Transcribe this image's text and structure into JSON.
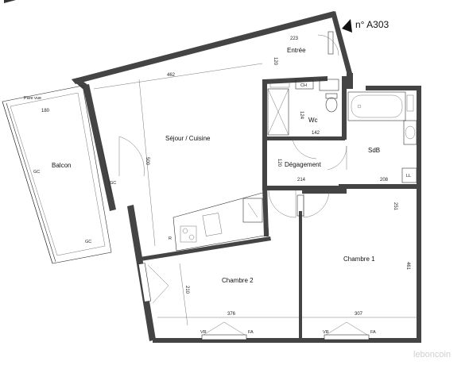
{
  "plan": {
    "unit_number": "n° A303",
    "watermark": "leboncoin",
    "rooms": {
      "entree": "Entrée",
      "sejour": "Séjour / Cuisine",
      "balcon": "Balcon",
      "wc": "Wc",
      "sdb": "SdB",
      "degagement": "Dégagement",
      "chambre1": "Chambre 1",
      "chambre2": "Chambre 2"
    },
    "dimensions": {
      "d223": "223",
      "d120a": "120",
      "d462": "462",
      "d180": "180",
      "d124": "124",
      "d142": "142",
      "d120b": "120",
      "d500": "500",
      "d214": "214",
      "d208": "208",
      "d251": "251",
      "d461": "461",
      "d210": "210",
      "d376": "376",
      "d307": "307"
    },
    "marks": {
      "pare_vue": "Pare vue",
      "gc1": "GC",
      "gc2": "GC",
      "gc3": "GC",
      "ch": "CH",
      "ll": "LL",
      "r": "R",
      "vr1": "VR",
      "fa1": "FA",
      "vr2": "VR",
      "fa2": "FA"
    }
  }
}
